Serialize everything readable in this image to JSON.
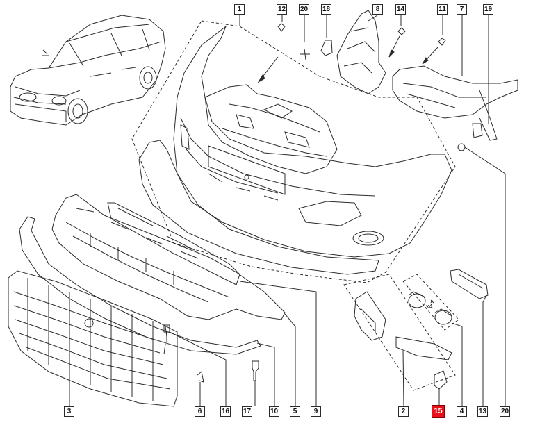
{
  "callouts": {
    "c1": "1",
    "c12": "12",
    "c20a": "20",
    "c18": "18",
    "c8": "8",
    "c14": "14",
    "c11": "11",
    "c7": "7",
    "c19": "19",
    "c3": "3",
    "c6": "6",
    "c16": "16",
    "c17": "17",
    "c10": "10",
    "c5": "5",
    "c9": "9",
    "c2": "2",
    "c15": "15",
    "c4": "4",
    "c13": "13",
    "c20b": "20"
  },
  "labels": {
    "qty": "x4"
  },
  "highlight_part": "15",
  "colors": {
    "line": "#2b2b2b",
    "fill": "#ffffff",
    "highlight": "#e8101a"
  }
}
